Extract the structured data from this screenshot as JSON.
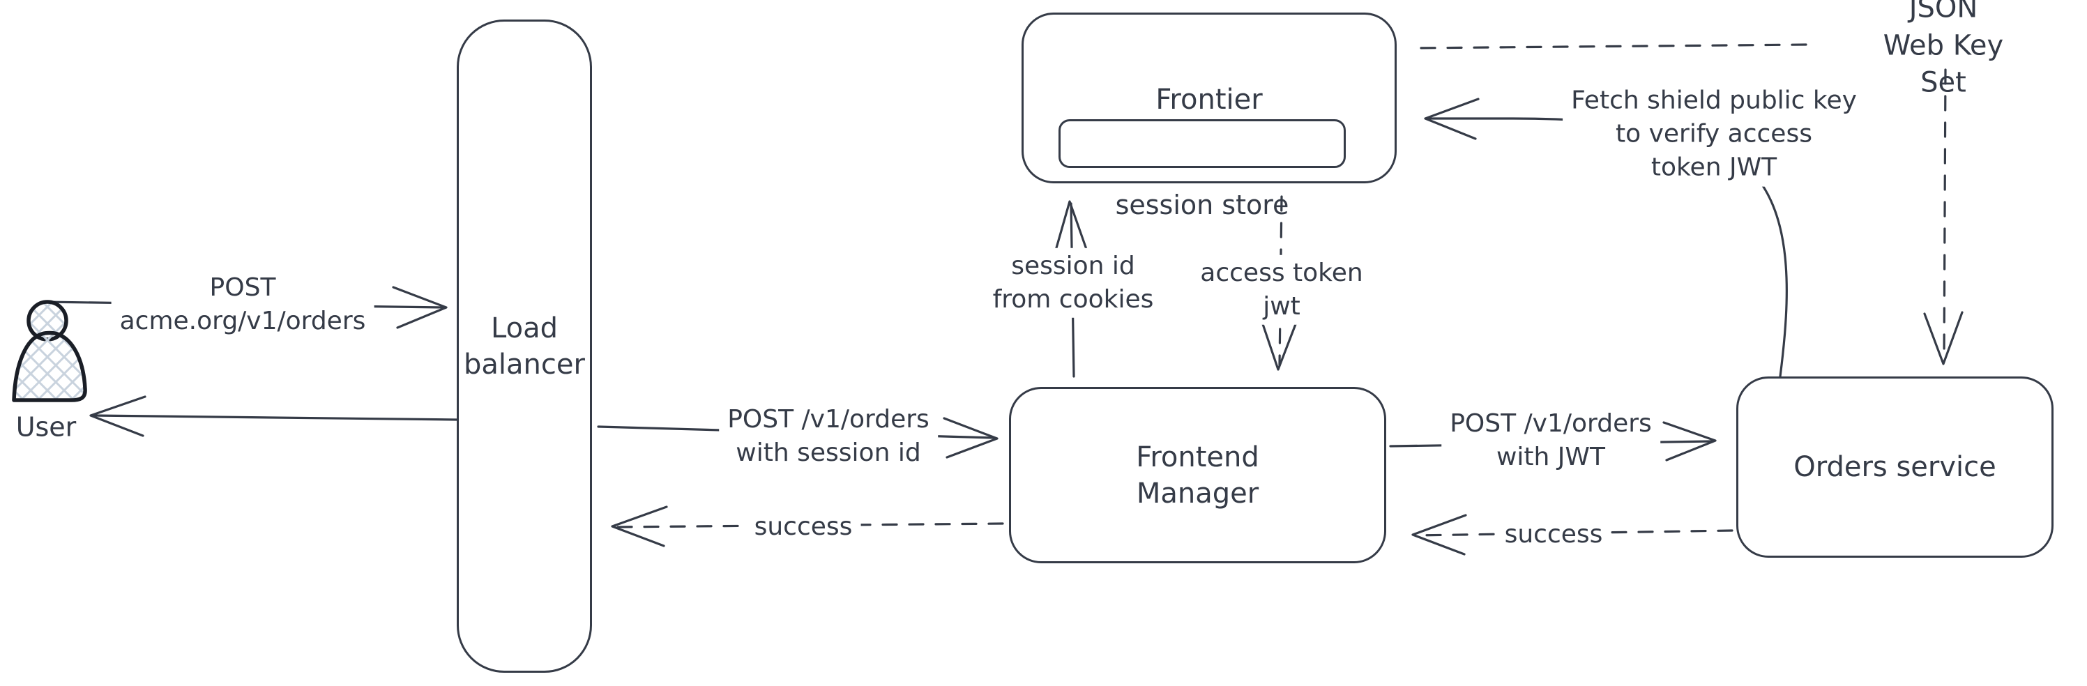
{
  "diagram": {
    "type": "architecture-flow",
    "colors": {
      "stroke": "#353b47",
      "text": "#353b47",
      "user_icon_stroke": "#1a1e26",
      "user_icon_hatch": "#c9d3de",
      "background": "#ffffff"
    },
    "nodes": {
      "user": {
        "label": "User"
      },
      "load_balancer": {
        "label": "Load\nbalancer"
      },
      "frontier": {
        "label": "Frontier"
      },
      "session_store": {
        "label": "session store"
      },
      "frontend_manager": {
        "label": "Frontend\nManager"
      },
      "orders_service": {
        "label": "Orders service"
      }
    },
    "edges": {
      "user_to_lb": {
        "label": "POST\nacme.org/v1/orders",
        "style": "solid",
        "direction": "right"
      },
      "lb_to_user": {
        "label": "",
        "style": "solid",
        "direction": "left"
      },
      "lb_to_fm": {
        "label": "POST /v1/orders\nwith session id",
        "style": "solid",
        "direction": "right"
      },
      "fm_to_lb_success": {
        "label": "success",
        "style": "dashed",
        "direction": "left"
      },
      "fm_to_frontier": {
        "label": "session id\nfrom cookies",
        "style": "solid",
        "direction": "up"
      },
      "frontier_to_fm": {
        "label": "access token\njwt",
        "style": "dashed",
        "direction": "down"
      },
      "fm_to_orders": {
        "label": "POST /v1/orders\nwith JWT",
        "style": "solid",
        "direction": "right"
      },
      "orders_to_fm_success": {
        "label": "success",
        "style": "dashed",
        "direction": "left"
      },
      "orders_to_frontier": {
        "label": "Fetch shield public key\nto verify access\ntoken JWT",
        "style": "solid",
        "direction": "left"
      },
      "jwks_feed": {
        "label": "JSON Web Key Set",
        "style": "dashed",
        "direction": "down"
      }
    }
  }
}
